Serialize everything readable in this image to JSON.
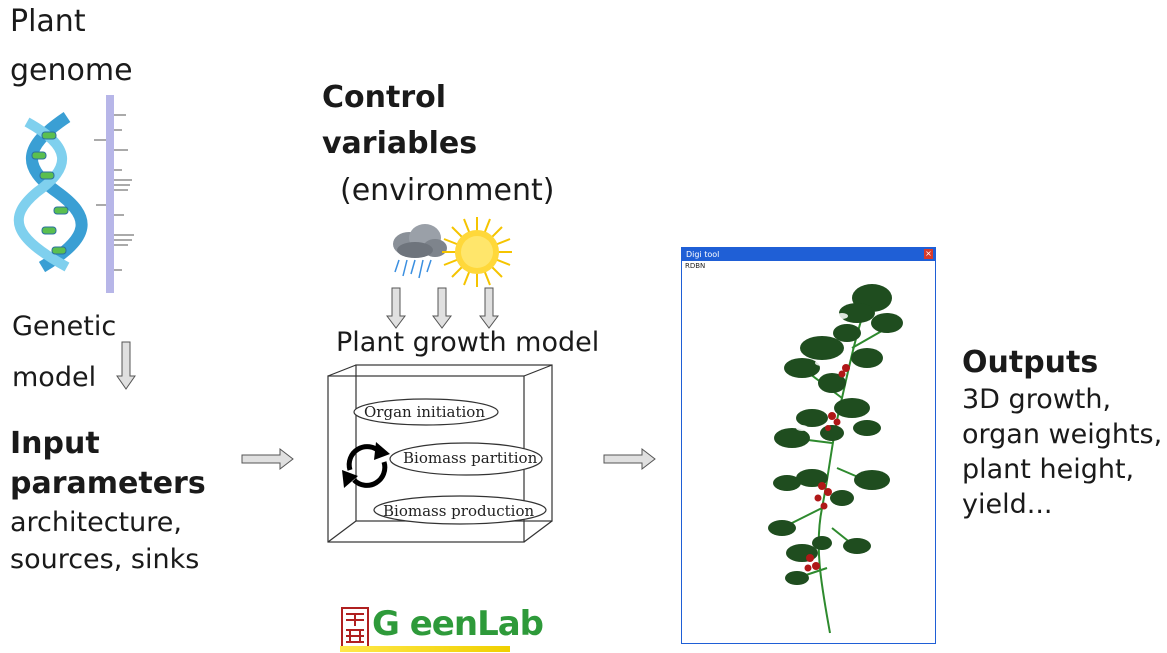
{
  "genome": {
    "line1": "Plant",
    "line2": "genome"
  },
  "genetic_model": {
    "line1": "Genetic",
    "line2": "model"
  },
  "input_parameters": {
    "heading_line1": "Input",
    "heading_line2": "parameters",
    "detail_line1": "architecture,",
    "detail_line2": "sources, sinks"
  },
  "control_variables": {
    "heading_line1": "Control",
    "heading_line2": "variables",
    "sub": "(environment)"
  },
  "model": {
    "title": "Plant growth model",
    "ovals": [
      "Organ initiation",
      "Biomass partition",
      "Biomass production"
    ]
  },
  "logo": {
    "text": "G eenLab"
  },
  "window": {
    "title": "Digi tool",
    "menu": "RDBN"
  },
  "outputs": {
    "heading": "Outputs",
    "lines": [
      "3D growth,",
      "organ weights,",
      "plant height,",
      "yield..."
    ]
  },
  "colors": {
    "arrow_fill": "#e0e0e0",
    "leaf": "#1f4d1f",
    "fruit": "#b01818",
    "window_title": "#1f5fd6"
  }
}
